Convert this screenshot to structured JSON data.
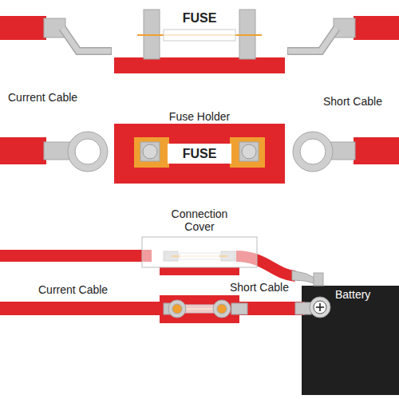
{
  "diagram": {
    "nodes": [
      {
        "text": [
          "FUSE"
        ]
      },
      {
        "text": [
          "Fuse Holder"
        ]
      },
      {
        "text": [
          "FUSE"
        ],
        "in": 1
      },
      {
        "text": [
          "Connection Cover"
        ]
      },
      {
        "text": [
          "Battery"
        ]
      }
    ],
    "labels": [
      "Current Cable",
      "Short Cable",
      "Current Cable",
      "Short Cable"
    ]
  }
}
